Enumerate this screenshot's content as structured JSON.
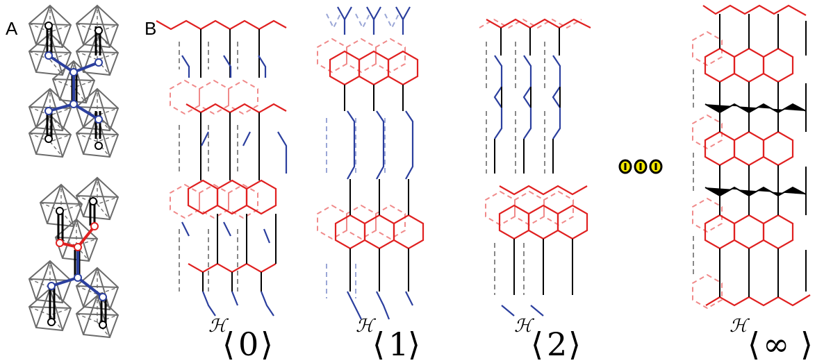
{
  "panel_labels": {
    "a": "A",
    "b": "B"
  },
  "ellipsis": {
    "dots": 3,
    "fill": "#f2e600",
    "ring": "#000000"
  },
  "colors": {
    "red": "#e02020",
    "light_red": "#f08a8a",
    "blue": "#2b3f9e",
    "light_blue": "#9aa6d6",
    "black": "#000000",
    "gray": "#6b6b6b"
  },
  "structures": [
    {
      "symbol": "ℋ",
      "index": "0",
      "open": "⟨",
      "close": "⟩"
    },
    {
      "symbol": "ℋ",
      "index": "1",
      "open": "⟨",
      "close": "⟩"
    },
    {
      "symbol": "ℋ",
      "index": "2",
      "open": "⟨",
      "close": "⟩"
    },
    {
      "symbol": "ℋ",
      "index": "∞",
      "open": "⟨",
      "close": "⟩"
    }
  ]
}
